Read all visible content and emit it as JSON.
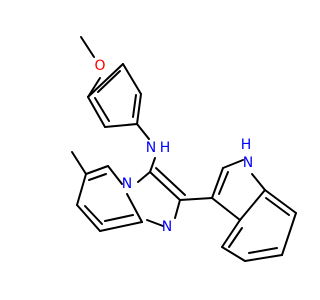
{
  "structure": {
    "atom_labels": [
      {
        "id": "o-methoxy",
        "text": "O",
        "color": "#ff0000"
      },
      {
        "id": "n-amine",
        "text": "N",
        "color": "#0000ff"
      },
      {
        "id": "h-amine",
        "text": "H",
        "color": "#0000ff"
      },
      {
        "id": "n-bridge",
        "text": "N",
        "color": "#0000ff"
      },
      {
        "id": "n-imidazole",
        "text": "N",
        "color": "#0000ff"
      },
      {
        "id": "nh-indole",
        "text": "H",
        "color": "#0000ff"
      },
      {
        "id": "n-indole",
        "text": "N",
        "color": "#0000ff"
      }
    ],
    "bond_color": "#000000"
  }
}
